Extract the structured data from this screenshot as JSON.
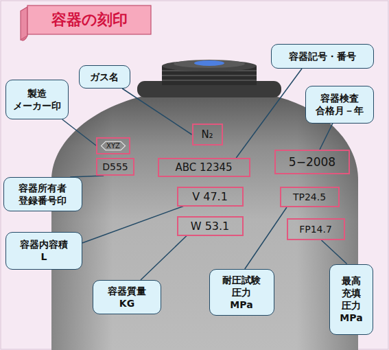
{
  "diagram": {
    "title": "容器の刻印",
    "nodes": [
      {
        "text": [
          "製造 メーカー印"
        ]
      },
      {
        "text": [
          "ガス名"
        ]
      },
      {
        "text": [
          "容器記号・番号"
        ]
      },
      {
        "text": [
          "容器検査 合格月－年"
        ]
      },
      {
        "text": [
          "XYZ"
        ]
      },
      {
        "text": [
          "N₂"
        ]
      },
      {
        "text": [
          "D555"
        ]
      },
      {
        "text": [
          "ABC 12345"
        ]
      },
      {
        "text": [
          "5−2008"
        ]
      },
      {
        "text": [
          "V 47.1"
        ]
      },
      {
        "text": [
          "TP24.5"
        ]
      },
      {
        "text": [
          "容器所有者 登録番号印"
        ]
      },
      {
        "text": [
          "W 53.1"
        ]
      },
      {
        "text": [
          "FP14.7"
        ]
      },
      {
        "text": [
          "容器内容積 L"
        ]
      },
      {
        "text": [
          "容器質量 KG"
        ]
      },
      {
        "text": [
          "耐圧試験 圧力 MPa"
        ]
      },
      {
        "text": [
          "最高 充填 圧力 MPa"
        ]
      }
    ],
    "edges": [
      {
        "from": 0,
        "to": 4,
        "arrow": "none"
      },
      {
        "from": 1,
        "to": 5,
        "arrow": "none"
      },
      {
        "from": 2,
        "to": 7,
        "arrow": "none"
      },
      {
        "from": 3,
        "to": 8,
        "arrow": "none"
      },
      {
        "from": 11,
        "to": 6,
        "arrow": "none"
      },
      {
        "from": 14,
        "to": 9,
        "arrow": "none"
      },
      {
        "from": 15,
        "to": 12,
        "arrow": "none"
      },
      {
        "from": 16,
        "to": 10,
        "arrow": "none"
      },
      {
        "from": 17,
        "to": 13,
        "arrow": "none"
      }
    ]
  }
}
